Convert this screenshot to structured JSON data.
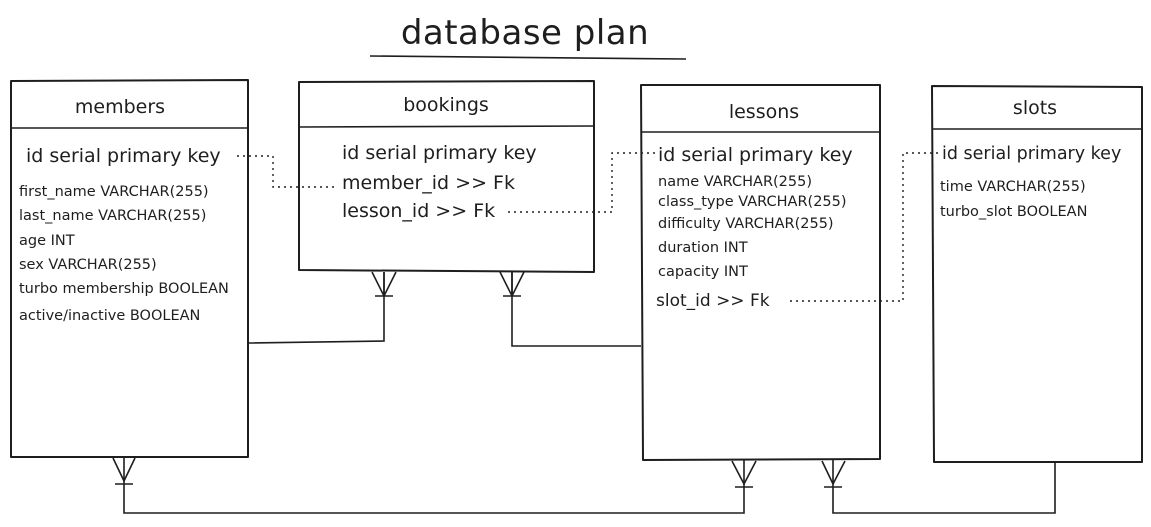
{
  "title": "database plan",
  "tables": {
    "members": {
      "name": "members",
      "primary_key": "id serial primary key",
      "fields": [
        "first_name VARCHAR(255)",
        "last_name VARCHAR(255)",
        "age INT",
        "sex VARCHAR(255)",
        "turbo membership BOOLEAN",
        "active/inactive BOOLEAN"
      ]
    },
    "bookings": {
      "name": "bookings",
      "primary_key": "id serial primary key",
      "fields": [
        "member_id >> Fk",
        "lesson_id >> Fk"
      ]
    },
    "lessons": {
      "name": "lessons",
      "primary_key": "id serial primary key",
      "fields": [
        "name VARCHAR(255)",
        "class_type VARCHAR(255)",
        "difficulty VARCHAR(255)",
        "duration INT",
        "capacity INT",
        "slot_id >> Fk"
      ]
    },
    "slots": {
      "name": "slots",
      "primary_key": "id serial primary key",
      "fields": [
        "time VARCHAR(255)",
        "turbo_slot BOOLEAN"
      ]
    }
  }
}
